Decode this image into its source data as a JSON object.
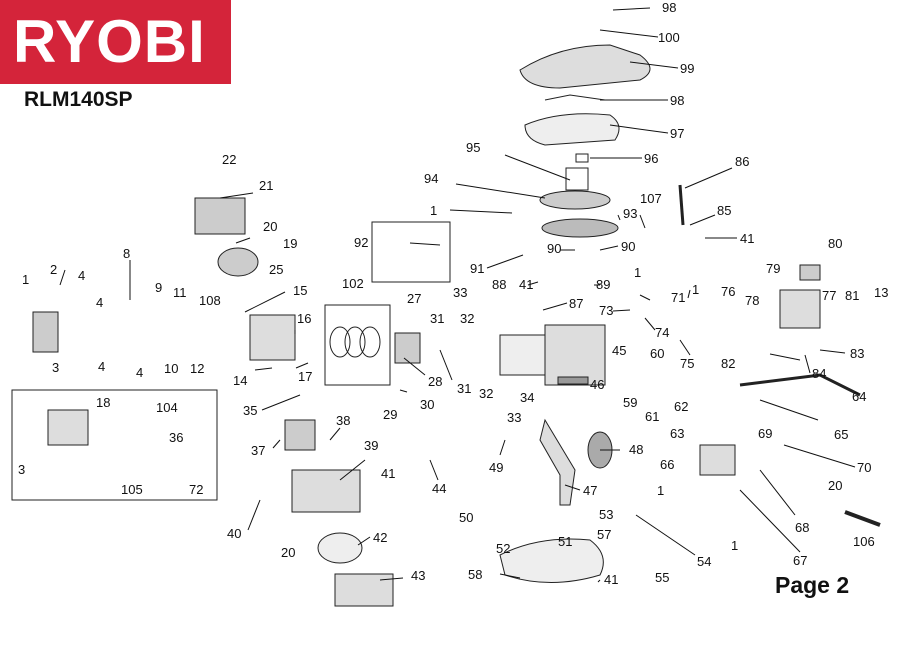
{
  "header": {
    "brand": "RYOBI",
    "model": "RLM140SP"
  },
  "footer": {
    "page_label": "Page 2"
  },
  "part_labels": [
    "98",
    "100",
    "99",
    "98",
    "97",
    "96",
    "86",
    "95",
    "94",
    "107",
    "85",
    "41",
    "93",
    "1",
    "92",
    "90",
    "90",
    "80",
    "91",
    "89",
    "1",
    "79",
    "1",
    "88",
    "41",
    "87",
    "71",
    "76",
    "77",
    "81",
    "13",
    "73",
    "74",
    "78",
    "33",
    "27",
    "102",
    "75",
    "83",
    "82",
    "84",
    "31",
    "32",
    "45",
    "60",
    "46",
    "64",
    "65",
    "108",
    "15",
    "16",
    "17",
    "14",
    "28",
    "30",
    "29",
    "34",
    "33",
    "32",
    "31",
    "61",
    "59",
    "62",
    "35",
    "38",
    "37",
    "39",
    "41",
    "44",
    "49",
    "48",
    "47",
    "63",
    "66",
    "69",
    "70",
    "68",
    "67",
    "20",
    "106",
    "1",
    "1",
    "50",
    "53",
    "51",
    "52",
    "57",
    "54",
    "55",
    "42",
    "40",
    "20",
    "43",
    "58",
    "41",
    "22",
    "21",
    "20",
    "19",
    "25",
    "2",
    "4",
    "8",
    "9",
    "11",
    "4",
    "3",
    "4",
    "10",
    "12",
    "4",
    "1",
    "18",
    "104",
    "36",
    "3",
    "105",
    "72"
  ]
}
